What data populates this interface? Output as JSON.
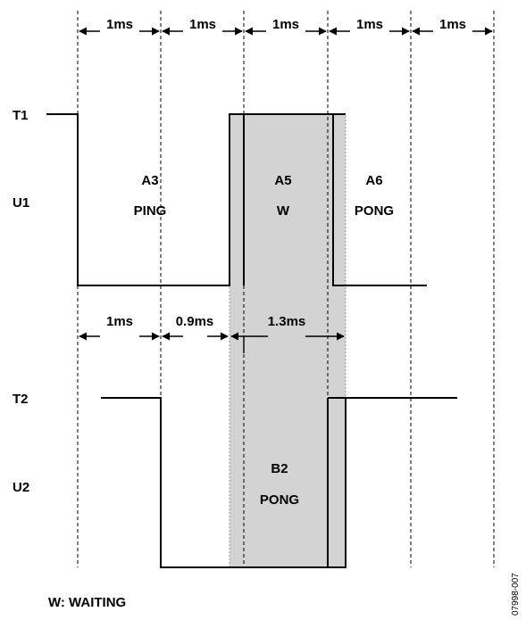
{
  "colors": {
    "ink": "#000000",
    "shade": "#d3d3d3",
    "shade_edge": "#888888",
    "background": "#ffffff"
  },
  "timing_top": {
    "intervals": [
      "1ms",
      "1ms",
      "1ms",
      "1ms",
      "1ms"
    ]
  },
  "timing_mid": {
    "intervals": [
      "1ms",
      "0.9ms",
      "1.3ms"
    ]
  },
  "signals": {
    "t1": "T1",
    "u1": "U1",
    "t2": "T2",
    "u2": "U2"
  },
  "regions": {
    "a3_name": "A3",
    "a3_state": "PING",
    "a5_name": "A5",
    "a5_state": "W",
    "a6_name": "A6",
    "a6_state": "PONG",
    "b2_name": "B2",
    "b2_state": "PONG"
  },
  "legend": {
    "waiting": "W: WAITING"
  },
  "figure_id": "07998-007"
}
